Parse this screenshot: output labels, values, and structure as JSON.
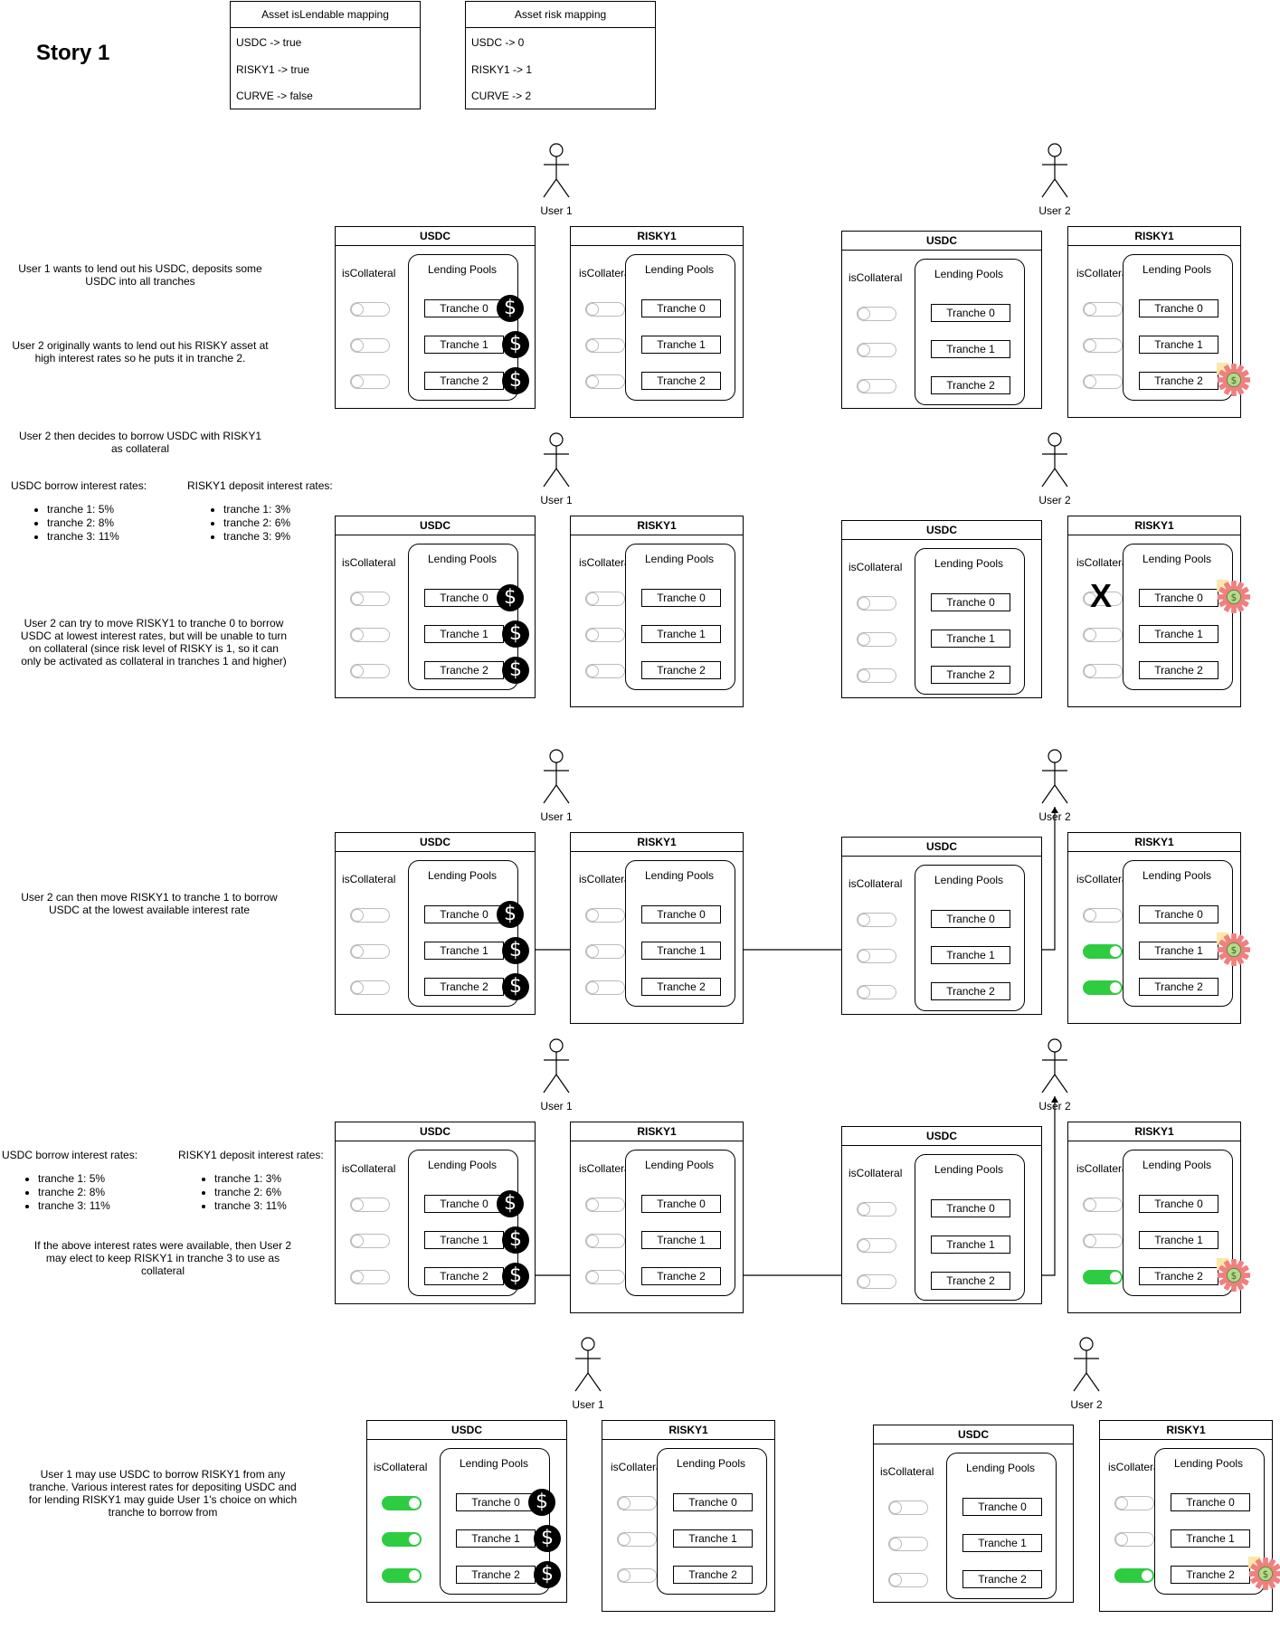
{
  "story_title": "Story 1",
  "mappings": [
    {
      "title": "Asset isLendable mapping",
      "rows": [
        "USDC -> true",
        "RISKY1 -> true",
        "CURVE -> false"
      ]
    },
    {
      "title": "Asset risk mapping",
      "rows": [
        "USDC -> 0",
        "RISKY1 -> 1",
        "CURVE -> 2"
      ]
    }
  ],
  "labels": {
    "user1": "User 1",
    "user2": "User 2",
    "is_collateral": "isCollateral",
    "lending_pools": "Lending Pools",
    "tranches": [
      "Tranche 0",
      "Tranche 1",
      "Tranche 2"
    ],
    "usdc": "USDC",
    "risky1": "RISKY1",
    "x_mark": "X"
  },
  "notes": [
    "User 1 wants to lend out his USDC, deposits some USDC into all tranches",
    "User 2 originally wants to lend out his RISKY asset at high interest rates so he puts it in tranche 2.",
    "User 2 then decides to borrow USDC with RISKY1 as collateral",
    "User 2 can try to move RISKY1 to tranche 0 to borrow USDC at lowest interest rates, but will be unable to turn on collateral (since risk level of RISKY is 1, so it can only be activated as collateral in tranches 1 and higher)",
    "User 2 can then move RISKY1 to tranche 1 to borrow USDC at the lowest available interest rate",
    "If the above interest rates were available, then User 2 may elect to keep RISKY1 in tranche 3 to use as collateral",
    "User 1 may use USDC to borrow RISKY1 from any tranche. Various interest rates for depositing USDC and for lending RISKY1 may guide User 1's choice on which tranche to borrow from"
  ],
  "rates": [
    {
      "usdc_title": "USDC borrow interest rates:",
      "usdc": [
        "tranche 1: 5%",
        "tranche 2: 8%",
        "tranche 3: 11%"
      ],
      "risky_title": "RISKY1 deposit interest rates:",
      "risky": [
        "tranche 1: 3%",
        "tranche 2: 6%",
        "tranche 3: 9%"
      ]
    },
    {
      "usdc_title": "USDC borrow interest rates:",
      "usdc": [
        "tranche 1: 5%",
        "tranche 2: 8%",
        "tranche 3: 11%"
      ],
      "risky_title": "RISKY1 deposit interest rates:",
      "risky": [
        "tranche 1: 3%",
        "tranche 2: 6%",
        "tranche 3: 11%"
      ]
    }
  ],
  "scenes": [
    {
      "coins_u1_usdc": [
        0,
        1,
        2
      ],
      "u1_toggles": [
        false,
        false,
        false
      ],
      "risky_u2_tranche": 2,
      "u2_toggles": [
        false,
        false,
        false
      ],
      "x_mark": false,
      "link": null
    },
    {
      "coins_u1_usdc": [
        0,
        1,
        2
      ],
      "u1_toggles": [
        false,
        false,
        false
      ],
      "risky_u2_tranche": 0,
      "u2_toggles": [
        false,
        false,
        false
      ],
      "x_mark": true,
      "link": null
    },
    {
      "coins_u1_usdc": [
        0,
        1,
        2
      ],
      "u1_toggles": [
        false,
        false,
        false
      ],
      "risky_u2_tranche": 1,
      "u2_toggles": [
        false,
        true,
        true
      ],
      "x_mark": false,
      "link": 1
    },
    {
      "coins_u1_usdc": [
        0,
        1,
        2
      ],
      "u1_toggles": [
        false,
        false,
        false
      ],
      "risky_u2_tranche": 2,
      "u2_toggles": [
        false,
        false,
        true
      ],
      "x_mark": false,
      "link": 2
    },
    {
      "coins_u1_usdc": [
        0,
        1,
        2
      ],
      "u1_toggles": [
        true,
        true,
        true
      ],
      "risky_u2_tranche": 2,
      "u2_toggles": [
        false,
        false,
        true
      ],
      "x_mark": false,
      "link": null
    }
  ],
  "colors": {
    "toggle_on": "#2ecc40",
    "gear": "#f08080",
    "gear_center": "#b7d98c"
  }
}
